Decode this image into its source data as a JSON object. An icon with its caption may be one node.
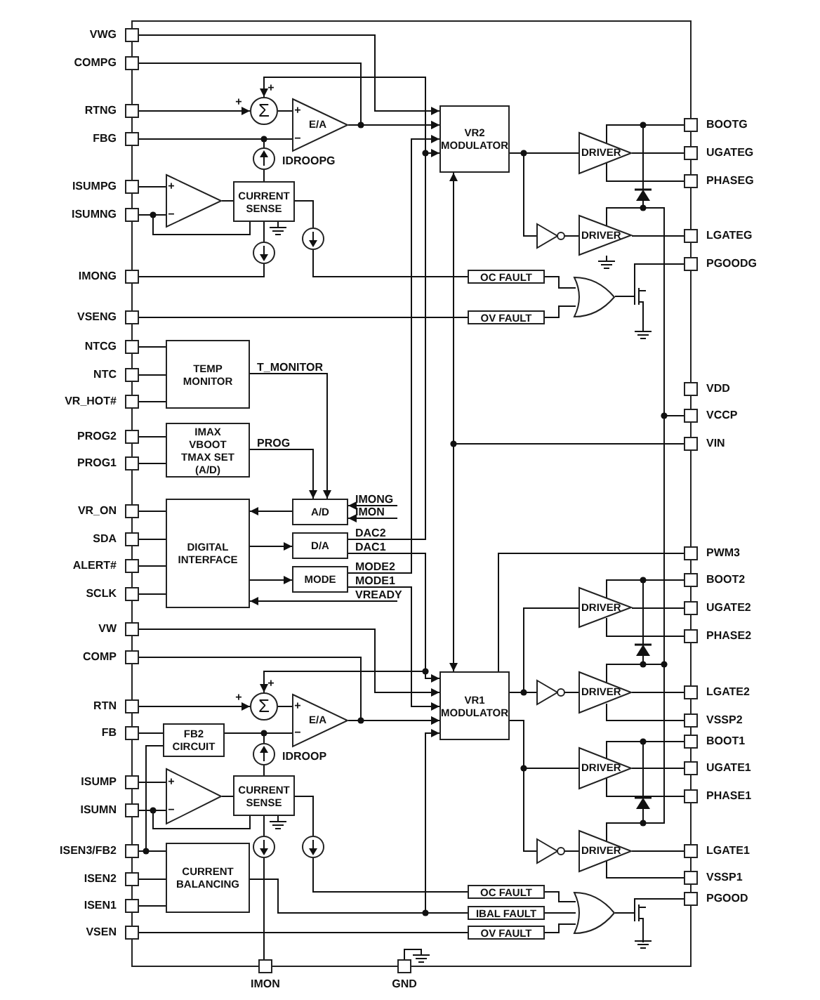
{
  "diagram": {
    "nodes": [
      {
        "text": [
          "VWG"
        ]
      },
      {
        "text": [
          "COMPG"
        ]
      },
      {
        "text": [
          "RTNG"
        ]
      },
      {
        "text": [
          "FBG"
        ]
      },
      {
        "text": [
          "ISUMPG"
        ]
      },
      {
        "text": [
          "ISUMNG"
        ]
      },
      {
        "text": [
          "IMONG"
        ]
      },
      {
        "text": [
          "VSENG"
        ]
      },
      {
        "text": [
          "NTCG"
        ]
      },
      {
        "text": [
          "NTC"
        ]
      },
      {
        "text": [
          "VR_HOT#"
        ]
      },
      {
        "text": [
          "PROG2"
        ]
      },
      {
        "text": [
          "PROG1"
        ]
      },
      {
        "text": [
          "VR_ON"
        ]
      },
      {
        "text": [
          "SDA"
        ]
      },
      {
        "text": [
          "ALERT#"
        ]
      },
      {
        "text": [
          "SCLK"
        ]
      },
      {
        "text": [
          "VW"
        ]
      },
      {
        "text": [
          "COMP"
        ]
      },
      {
        "text": [
          "RTN"
        ]
      },
      {
        "text": [
          "FB"
        ]
      },
      {
        "text": [
          "ISUMP"
        ]
      },
      {
        "text": [
          "ISUMN"
        ]
      },
      {
        "text": [
          "ISEN3/FB2"
        ]
      },
      {
        "text": [
          "ISEN2"
        ]
      },
      {
        "text": [
          "ISEN1"
        ]
      },
      {
        "text": [
          "VSEN"
        ]
      },
      {
        "text": [
          "IMON"
        ]
      },
      {
        "text": [
          "GND"
        ]
      },
      {
        "text": [
          "BOOTG"
        ]
      },
      {
        "text": [
          "UGATEG"
        ]
      },
      {
        "text": [
          "PHASEG"
        ]
      },
      {
        "text": [
          "LGATEG"
        ]
      },
      {
        "text": [
          "PGOODG"
        ]
      },
      {
        "text": [
          "VDD"
        ]
      },
      {
        "text": [
          "VCCP"
        ]
      },
      {
        "text": [
          "VIN"
        ]
      },
      {
        "text": [
          "PWM3"
        ]
      },
      {
        "text": [
          "BOOT2"
        ]
      },
      {
        "text": [
          "UGATE2"
        ]
      },
      {
        "text": [
          "PHASE2"
        ]
      },
      {
        "text": [
          "LGATE2"
        ]
      },
      {
        "text": [
          "VSSP2"
        ]
      },
      {
        "text": [
          "BOOT1"
        ]
      },
      {
        "text": [
          "UGATE1"
        ]
      },
      {
        "text": [
          "PHASE1"
        ]
      },
      {
        "text": [
          "LGATE1"
        ]
      },
      {
        "text": [
          "VSSP1"
        ]
      },
      {
        "text": [
          "PGOOD"
        ]
      },
      {
        "text": [
          "Σ"
        ]
      },
      {
        "text": [
          "E/A"
        ]
      },
      {
        "text": [
          "VR2 MODULATOR"
        ]
      },
      {
        "text": [],
        "shape": "circle",
        "beside": [
          "IDROOPG"
        ]
      },
      {
        "text": [],
        "shape": "triangle"
      },
      {
        "text": [
          "CURRENT SENSE"
        ]
      },
      {
        "text": [],
        "shape": "circle"
      },
      {
        "text": [],
        "shape": "circle"
      },
      {
        "text": [
          "DRIVER"
        ]
      },
      {
        "text": [],
        "shape": "triangle"
      },
      {
        "text": [
          "DRIVER"
        ]
      },
      {
        "text": [
          "OC FAULT"
        ]
      },
      {
        "text": [
          "OV FAULT"
        ]
      },
      {
        "text": [],
        "shape": "gate"
      },
      {
        "text": [
          "TEMP MONITOR"
        ]
      },
      {
        "text": [
          "IMAX VBOOT TMAX SET (A/D)"
        ]
      },
      {
        "text": [
          "DIGITAL INTERFACE"
        ]
      },
      {
        "text": [
          "A/D"
        ]
      },
      {
        "text": [
          "D/A"
        ]
      },
      {
        "text": [
          "MODE"
        ]
      },
      {
        "text": [
          "Σ"
        ]
      },
      {
        "text": [
          "E/A"
        ]
      },
      {
        "text": [
          "VR1 MODULATOR"
        ]
      },
      {
        "text": [
          "FB2 CIRCUIT"
        ]
      },
      {
        "text": [],
        "shape": "circle",
        "beside": [
          "IDROOP"
        ]
      },
      {
        "text": [],
        "shape": "triangle"
      },
      {
        "text": [
          "CURRENT SENSE"
        ]
      },
      {
        "text": [],
        "shape": "circle"
      },
      {
        "text": [],
        "shape": "circle"
      },
      {
        "text": [
          "CURRENT BALANCING"
        ]
      },
      {
        "text": [
          "DRIVER"
        ]
      },
      {
        "text": [],
        "shape": "triangle"
      },
      {
        "text": [
          "DRIVER"
        ]
      },
      {
        "text": [
          "DRIVER"
        ]
      },
      {
        "text": [],
        "shape": "triangle"
      },
      {
        "text": [
          "DRIVER"
        ]
      },
      {
        "text": [
          "OC FAULT"
        ]
      },
      {
        "text": [
          "IBAL FAULT"
        ]
      },
      {
        "text": [
          "OV FAULT"
        ]
      },
      {
        "text": [],
        "shape": "gate"
      }
    ],
    "edges": [
      {
        "from": 0,
        "to": 51,
        "arrow": "to"
      },
      {
        "from": 1,
        "to": 51,
        "arrow": "to"
      },
      {
        "from": 50,
        "to": 51,
        "arrow": "to"
      },
      {
        "from": 2,
        "to": 49,
        "arrow": "to"
      },
      {
        "from": 49,
        "to": 50,
        "arrow": "none"
      },
      {
        "from": 3,
        "to": 50,
        "arrow": "none"
      },
      {
        "from": 52,
        "to": 50,
        "arrow": "none"
      },
      {
        "from": 54,
        "to": 52,
        "arrow": "none"
      },
      {
        "from": 4,
        "to": 53,
        "arrow": "none"
      },
      {
        "from": 5,
        "to": 53,
        "arrow": "none"
      },
      {
        "from": 5,
        "to": 54,
        "arrow": "none"
      },
      {
        "from": 53,
        "to": 54,
        "arrow": "none"
      },
      {
        "from": 54,
        "to": 55,
        "arrow": "none"
      },
      {
        "from": 55,
        "to": 6,
        "arrow": "none"
      },
      {
        "from": 54,
        "to": 56,
        "arrow": "none"
      },
      {
        "from": 56,
        "to": 60,
        "arrow": "none"
      },
      {
        "from": 7,
        "to": 61,
        "arrow": "none"
      },
      {
        "from": 60,
        "to": 62,
        "arrow": "none"
      },
      {
        "from": 61,
        "to": 62,
        "arrow": "none"
      },
      {
        "from": 62,
        "to": 33,
        "arrow": "none"
      },
      {
        "from": 67,
        "to": 49,
        "arrow": "to",
        "label": "DAC2"
      },
      {
        "from": 67,
        "to": 51,
        "arrow": "to"
      },
      {
        "from": 68,
        "to": 51,
        "arrow": "to",
        "label": "MODE2"
      },
      {
        "from": 36,
        "to": 51,
        "arrow": "to"
      },
      {
        "from": 36,
        "to": 71,
        "arrow": "to"
      },
      {
        "from": 51,
        "to": 57,
        "arrow": "none"
      },
      {
        "from": 51,
        "to": 58,
        "arrow": "none"
      },
      {
        "from": 58,
        "to": 59,
        "arrow": "none"
      },
      {
        "from": 57,
        "to": 30,
        "arrow": "none"
      },
      {
        "from": 59,
        "to": 32,
        "arrow": "none"
      },
      {
        "from": 29,
        "to": 57,
        "arrow": "none"
      },
      {
        "from": 31,
        "to": 57,
        "arrow": "none"
      },
      {
        "from": 35,
        "to": 59,
        "arrow": "none"
      },
      {
        "from": 8,
        "to": 63,
        "arrow": "none"
      },
      {
        "from": 9,
        "to": 63,
        "arrow": "none"
      },
      {
        "from": 10,
        "to": 63,
        "arrow": "none"
      },
      {
        "from": 11,
        "to": 64,
        "arrow": "none"
      },
      {
        "from": 12,
        "to": 64,
        "arrow": "none"
      },
      {
        "from": 63,
        "to": 66,
        "arrow": "to",
        "label": "T_MONITOR"
      },
      {
        "from": 64,
        "to": 66,
        "arrow": "to",
        "label": "PROG"
      },
      {
        "from": 66,
        "to": 65,
        "arrow": "to"
      },
      {
        "from": 13,
        "to": 65,
        "arrow": "none"
      },
      {
        "from": 14,
        "to": 65,
        "arrow": "none"
      },
      {
        "from": 15,
        "to": 65,
        "arrow": "none"
      },
      {
        "from": 16,
        "to": 65,
        "arrow": "none"
      },
      {
        "from": 65,
        "to": 67,
        "arrow": "to"
      },
      {
        "from": 65,
        "to": 68,
        "arrow": "to"
      },
      {
        "from": null,
        "to": 66,
        "arrow": "to",
        "label": "IMONG"
      },
      {
        "from": null,
        "to": 66,
        "arrow": "to",
        "label": "IMON"
      },
      {
        "from": 67,
        "to": 71,
        "arrow": "to",
        "label": "DAC1"
      },
      {
        "from": 67,
        "to": 69,
        "arrow": "to"
      },
      {
        "from": 68,
        "to": 71,
        "arrow": "to",
        "label": "MODE1"
      },
      {
        "from": null,
        "to": 65,
        "arrow": "to",
        "label": "VREADY"
      },
      {
        "from": 17,
        "to": 71,
        "arrow": "to"
      },
      {
        "from": 18,
        "to": 71,
        "arrow": "to"
      },
      {
        "from": 70,
        "to": 71,
        "arrow": "to"
      },
      {
        "from": 19,
        "to": 69,
        "arrow": "to"
      },
      {
        "from": 69,
        "to": 70,
        "arrow": "none"
      },
      {
        "from": 20,
        "to": 72,
        "arrow": "none"
      },
      {
        "from": 72,
        "to": 70,
        "arrow": "none"
      },
      {
        "from": 73,
        "to": 70,
        "arrow": "none"
      },
      {
        "from": 75,
        "to": 73,
        "arrow": "none"
      },
      {
        "from": 21,
        "to": 74,
        "arrow": "none"
      },
      {
        "from": 22,
        "to": 74,
        "arrow": "none"
      },
      {
        "from": 22,
        "to": 75,
        "arrow": "none"
      },
      {
        "from": 74,
        "to": 75,
        "arrow": "none"
      },
      {
        "from": 23,
        "to": 72,
        "arrow": "none"
      },
      {
        "from": 23,
        "to": 78,
        "arrow": "none"
      },
      {
        "from": 24,
        "to": 78,
        "arrow": "none"
      },
      {
        "from": 25,
        "to": 78,
        "arrow": "none"
      },
      {
        "from": 78,
        "to": 86,
        "arrow": "none"
      },
      {
        "from": 75,
        "to": 76,
        "arrow": "none"
      },
      {
        "from": 76,
        "to": 27,
        "arrow": "none"
      },
      {
        "from": 75,
        "to": 77,
        "arrow": "none"
      },
      {
        "from": 77,
        "to": 85,
        "arrow": "none"
      },
      {
        "from": 26,
        "to": 87,
        "arrow": "none"
      },
      {
        "from": 85,
        "to": 88,
        "arrow": "none"
      },
      {
        "from": 86,
        "to": 88,
        "arrow": "none"
      },
      {
        "from": 87,
        "to": 88,
        "arrow": "none"
      },
      {
        "from": 88,
        "to": 48,
        "arrow": "none"
      },
      {
        "from": 78,
        "to": 71,
        "arrow": "to"
      },
      {
        "from": 71,
        "to": 80,
        "arrow": "none"
      },
      {
        "from": 80,
        "to": 81,
        "arrow": "none"
      },
      {
        "from": 81,
        "to": 41,
        "arrow": "none"
      },
      {
        "from": 71,
        "to": 82,
        "arrow": "none"
      },
      {
        "from": 71,
        "to": 83,
        "arrow": "none"
      },
      {
        "from": 83,
        "to": 84,
        "arrow": "none"
      },
      {
        "from": 84,
        "to": 46,
        "arrow": "none"
      },
      {
        "from": 82,
        "to": 44,
        "arrow": "none"
      },
      {
        "from": 71,
        "to": 79,
        "arrow": "none"
      },
      {
        "from": 79,
        "to": 39,
        "arrow": "none"
      },
      {
        "from": 71,
        "to": 37,
        "arrow": "none"
      },
      {
        "from": 38,
        "to": 79,
        "arrow": "none"
      },
      {
        "from": 40,
        "to": 79,
        "arrow": "none"
      },
      {
        "from": 42,
        "to": 81,
        "arrow": "none"
      },
      {
        "from": 43,
        "to": 82,
        "arrow": "none"
      },
      {
        "from": 45,
        "to": 82,
        "arrow": "none"
      },
      {
        "from": 47,
        "to": 84,
        "arrow": "none"
      },
      {
        "from": 35,
        "to": 81,
        "arrow": "none"
      },
      {
        "from": 35,
        "to": 84,
        "arrow": "none"
      }
    ],
    "labels": [
      "+",
      "+",
      "+",
      "−",
      "+",
      "−",
      "+",
      "+",
      "+",
      "−",
      "+",
      "−"
    ]
  }
}
